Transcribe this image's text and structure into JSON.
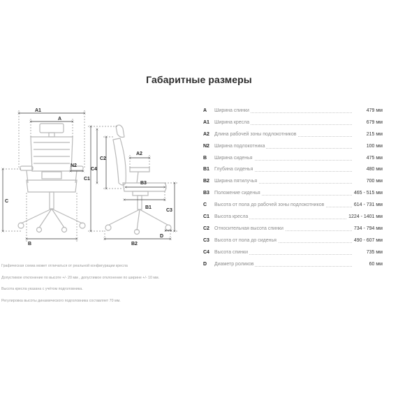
{
  "title": "Габаритные размеры",
  "labels": {
    "A1": "A1",
    "A": "A",
    "N2": "N2",
    "C": "C",
    "B": "B",
    "C4": "C4",
    "C2": "C2",
    "C1": "C1",
    "A2": "A2",
    "B3": "B3",
    "B1": "B1",
    "C3": "C3",
    "D": "D",
    "B2": "B2"
  },
  "specs": [
    {
      "code": "A",
      "name": "Ширина спинки",
      "value": "479 мм"
    },
    {
      "code": "A1",
      "name": "Ширина кресла",
      "value": "679 мм"
    },
    {
      "code": "A2",
      "name": "Длина рабочей зоны подлокотников",
      "value": "215 мм"
    },
    {
      "code": "N2",
      "name": "Ширина подлокотника",
      "value": "100 мм"
    },
    {
      "code": "B",
      "name": "Ширина сиденья",
      "value": "475 мм"
    },
    {
      "code": "B1",
      "name": "Глубина сиденья",
      "value": "480 мм"
    },
    {
      "code": "B2",
      "name": "Ширина пятилучья",
      "value": "700 мм"
    },
    {
      "code": "B3",
      "name": "Положение сиденья",
      "value": "465 - 515 мм"
    },
    {
      "code": "C",
      "name": "Высота от пола до рабочей зоны подлокотников",
      "value": "614 - 731 мм"
    },
    {
      "code": "C1",
      "name": "Высота кресла",
      "value": "1224 - 1401 мм"
    },
    {
      "code": "C2",
      "name": "Относительная высота спинки",
      "value": "734 - 794 мм"
    },
    {
      "code": "C3",
      "name": "Высота от пола до сиденья",
      "value": "490 - 607 мм"
    },
    {
      "code": "C4",
      "name": "Высота спинки",
      "value": "735 мм"
    },
    {
      "code": "D",
      "name": "Диаметр роликов",
      "value": "60 мм"
    }
  ],
  "notes": [
    "Графическая схема может отличаться от реальной конфигурации кресла",
    "Допустимое отклонение по высоте +/- 20 мм , допустимое отклонение по ширине +/- 10 мм.",
    "Высота кресла указана с учётом подголовника.",
    "Регулировка высоты динамического подголовника составляет 70 мм."
  ]
}
